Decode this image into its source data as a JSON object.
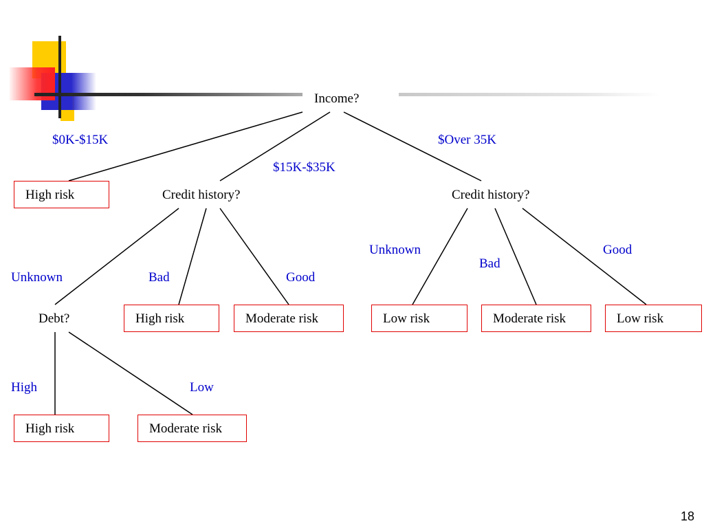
{
  "tree": {
    "root": "Income?",
    "income_edges": {
      "low": "$0K-$15K",
      "mid": "$15K-$35K",
      "high": "$Over 35K"
    },
    "leaf_low_income": "High risk",
    "credit_left": {
      "label": "Credit history?",
      "edges": {
        "unknown": "Unknown",
        "bad": "Bad",
        "good": "Good"
      },
      "leaf_bad": "High risk",
      "leaf_good": "Moderate risk",
      "debt": {
        "label": "Debt?",
        "edges": {
          "high": "High",
          "low": "Low"
        },
        "leaf_high": "High risk",
        "leaf_low": "Moderate risk"
      }
    },
    "credit_right": {
      "label": "Credit history?",
      "edges": {
        "unknown": "Unknown",
        "bad": "Bad",
        "good": "Good"
      },
      "leaf_unknown": "Low risk",
      "leaf_bad": "Moderate risk",
      "leaf_good": "Low risk"
    }
  },
  "page_number": "18",
  "colors": {
    "edge_label": "#0000cc",
    "leaf_border": "#e00000",
    "node_text": "#000000"
  }
}
